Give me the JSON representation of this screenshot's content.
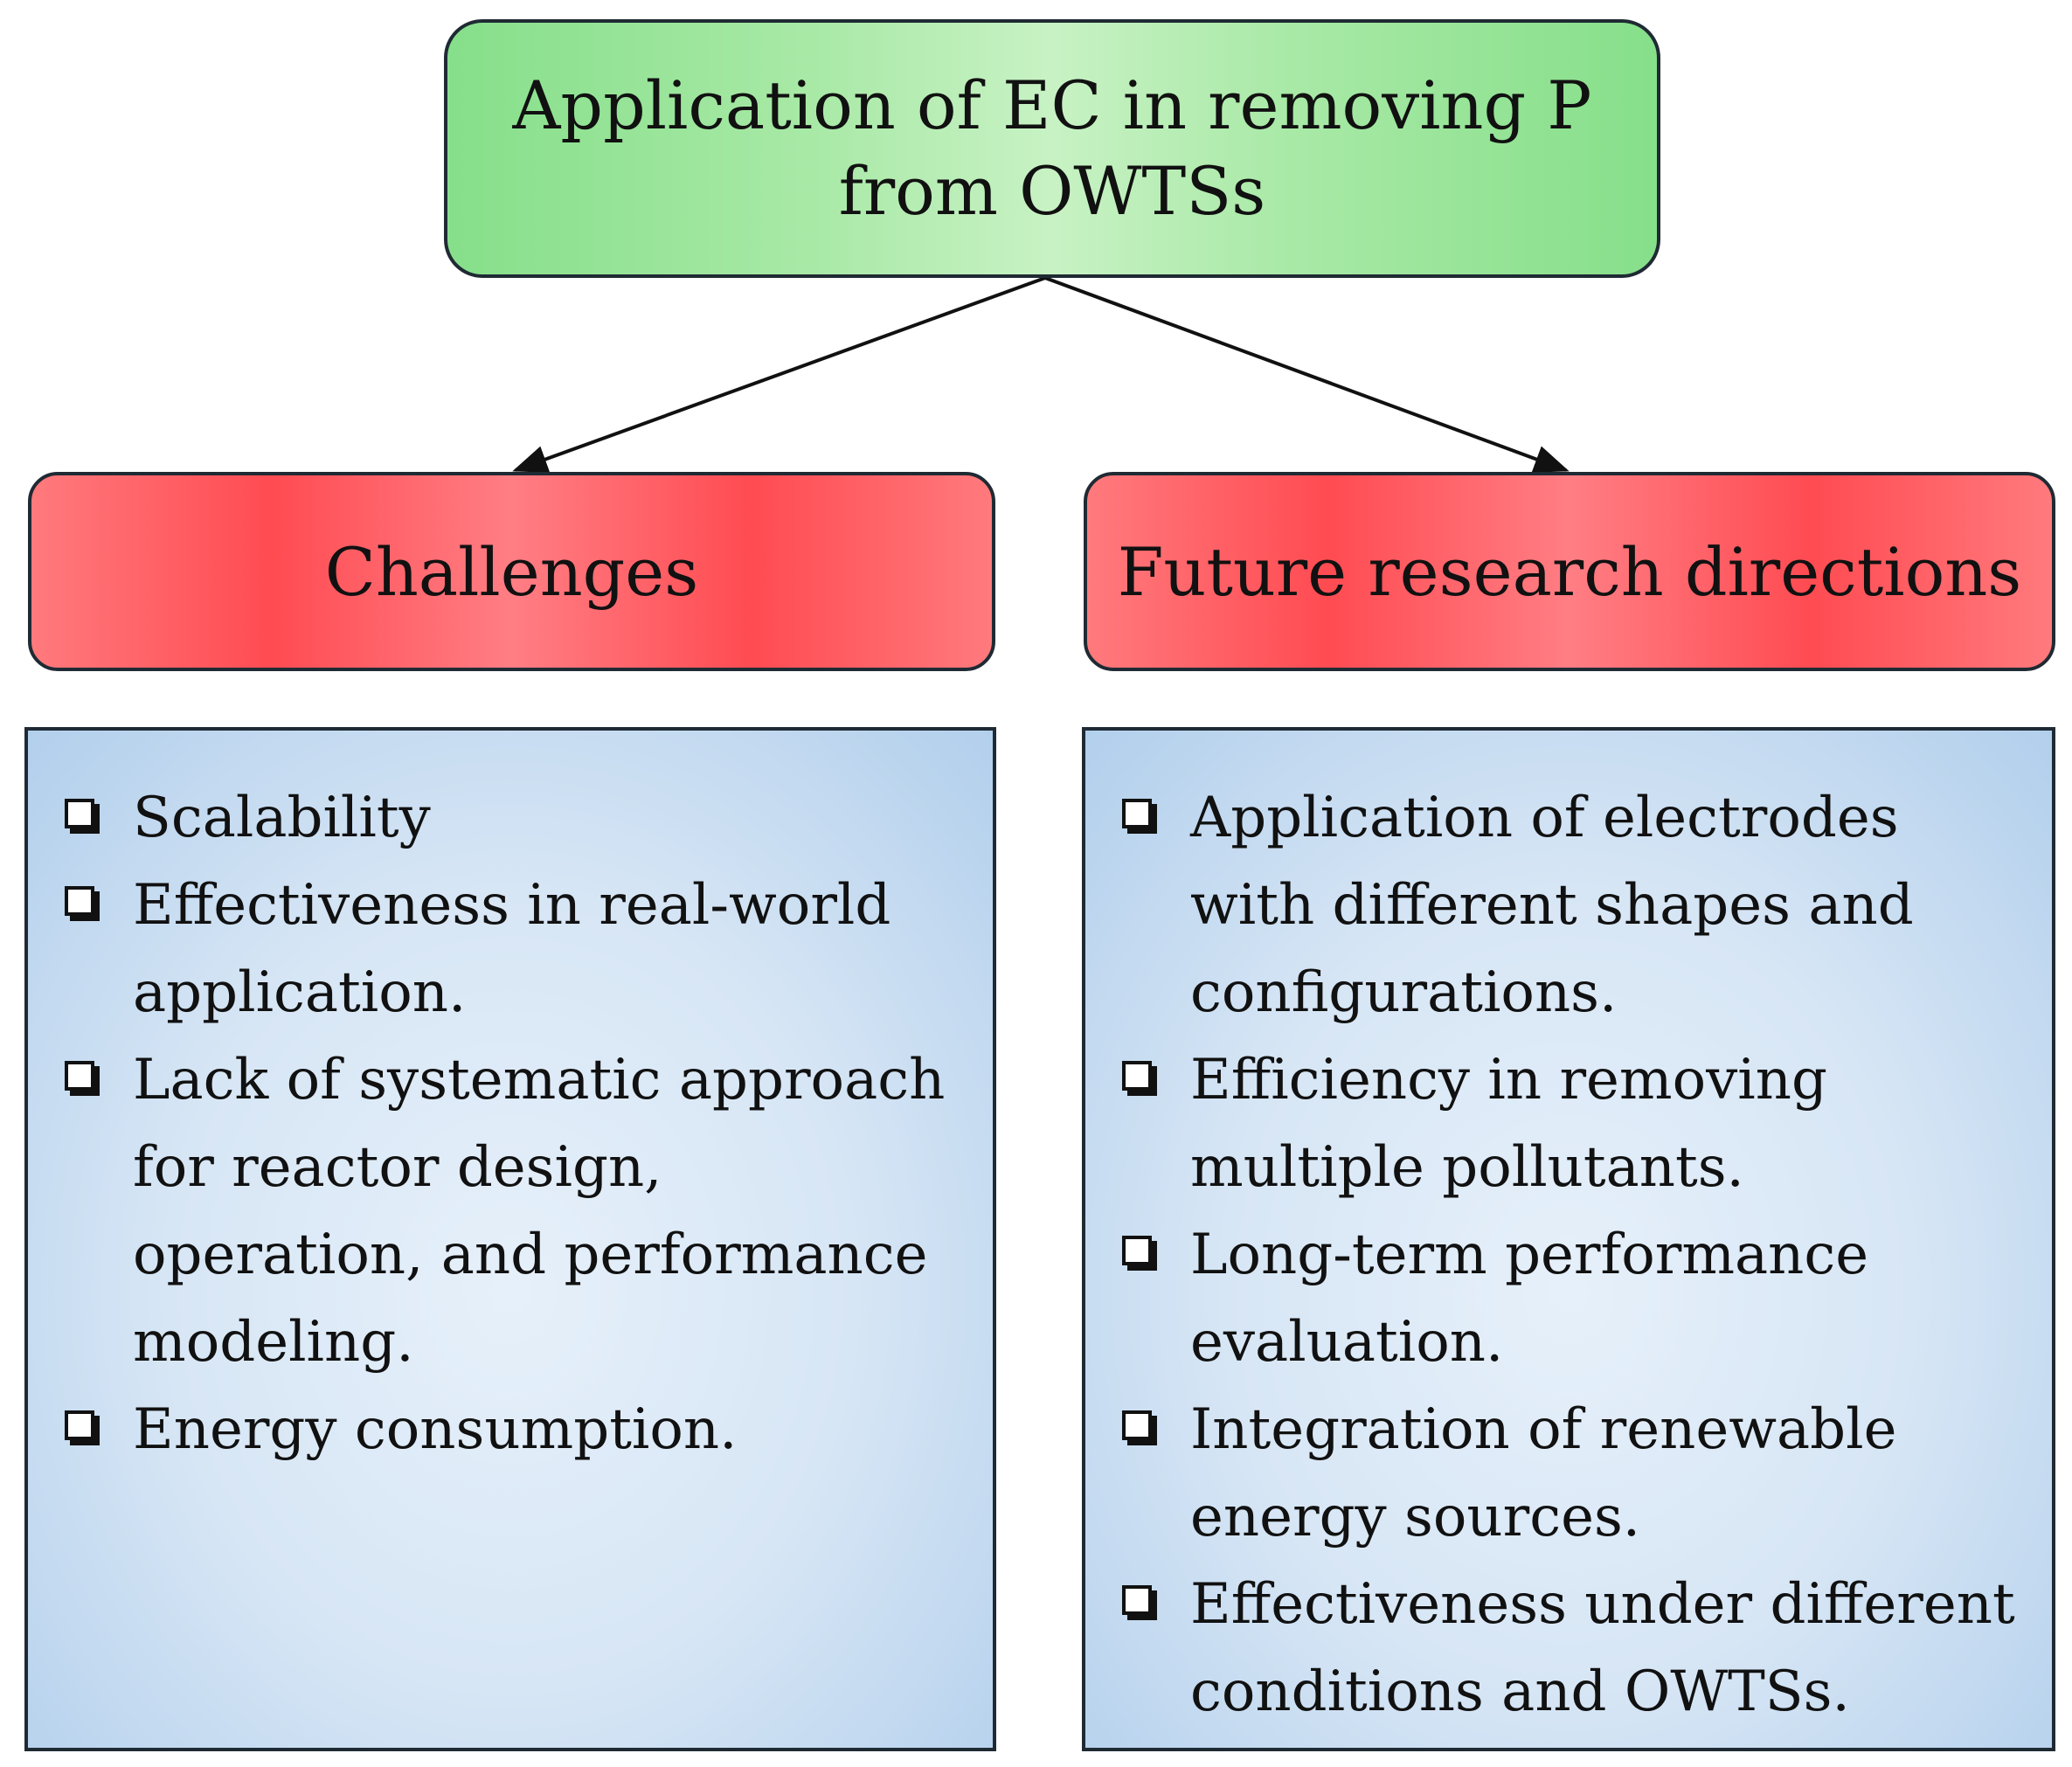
{
  "title": {
    "lines": [
      "Application of EC in removing P",
      "from OWTSs"
    ]
  },
  "branches": [
    {
      "header": "Challenges",
      "items": [
        "Scalability",
        "Effectiveness in real-world application.",
        "Lack of systematic approach for reactor design, operation, and performance modeling.",
        "Energy consumption."
      ]
    },
    {
      "header": "Future research directions",
      "items": [
        "Application of electrodes with different shapes and configurations.",
        "Efficiency in removing multiple pollutants.",
        "Long-term performance evaluation.",
        "Integration of renewable energy sources.",
        "Effectiveness under different conditions and OWTSs."
      ]
    }
  ],
  "colors": {
    "title_fill": "#a8e9a6",
    "header_fill": "#ff4b52",
    "list_fill": "#d7e6f5",
    "border": "#1f2a33"
  }
}
